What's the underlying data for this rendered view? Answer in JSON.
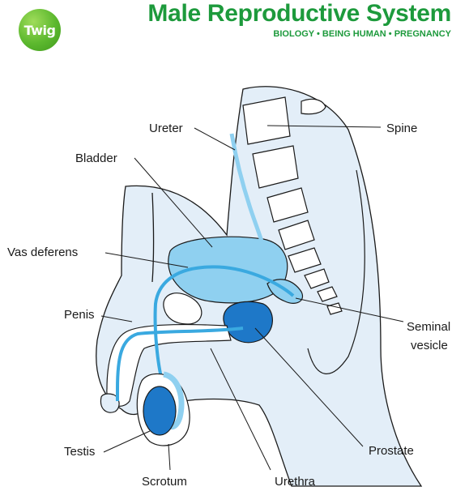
{
  "header": {
    "logo_text": "Twig",
    "title": "Male Reproductive System",
    "subtitle": "BIOLOGY • BEING HUMAN • PREGNANCY"
  },
  "labels": {
    "ureter": "Ureter",
    "spine": "Spine",
    "bladder": "Bladder",
    "vas_deferens": "Vas deferens",
    "penis": "Penis",
    "seminal_vesicle_line1": "Seminal",
    "seminal_vesicle_line2": "vesicle",
    "testis": "Testis",
    "prostate": "Prostate",
    "scrotum": "Scrotum",
    "urethra": "Urethra"
  },
  "colors": {
    "brand_green": "#1d9a3c",
    "body_fill": "#e3eef8",
    "organ_light": "#8fd0f0",
    "organ_dark": "#1e78c8",
    "duct": "#3aa9e0"
  }
}
